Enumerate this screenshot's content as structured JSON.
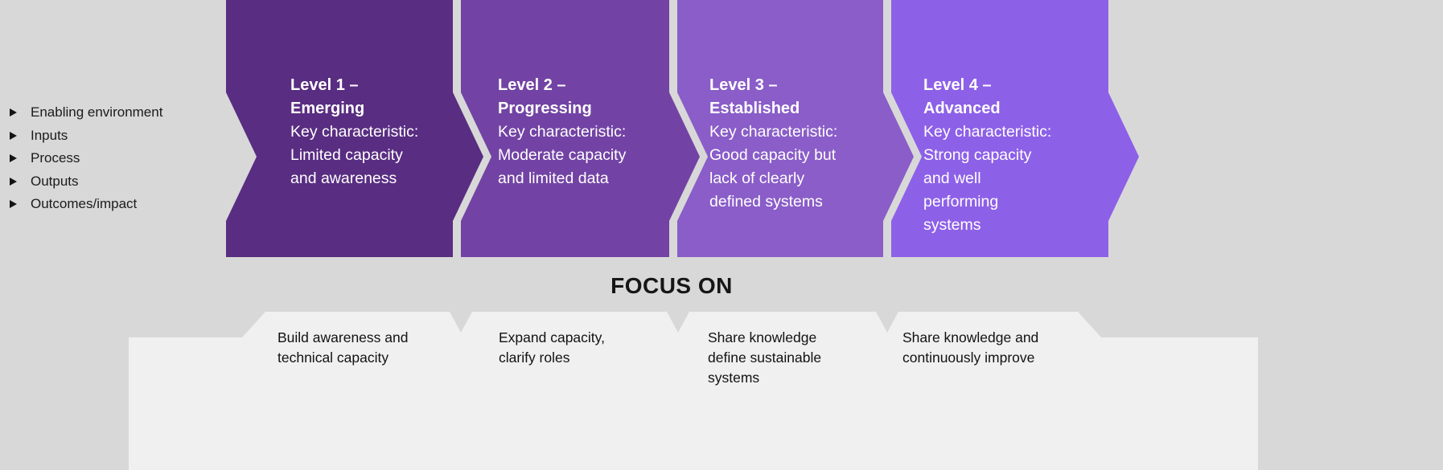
{
  "colors": {
    "background": "#d8d8d8",
    "band": "#f0f0f0",
    "level1": "#592d82",
    "level2": "#7243a4",
    "level3": "#8a5dc8",
    "level4": "#8d60e8",
    "text_dark": "#1b1b1b",
    "text_light": "#ffffff"
  },
  "sidebar": {
    "items": [
      {
        "label": "Enabling environment"
      },
      {
        "label": "Inputs"
      },
      {
        "label": "Process"
      },
      {
        "label": "Outputs"
      },
      {
        "label": "Outcomes/impact"
      }
    ]
  },
  "levels": [
    {
      "title": "Level 1 –\nEmerging",
      "description": "Key characteristic:\nLimited capacity\nand awareness"
    },
    {
      "title": "Level 2 –\nProgressing",
      "description": "Key characteristic:\nModerate capacity\nand limited data"
    },
    {
      "title": "Level 3 –\nEstablished",
      "description": "Key characteristic:\nGood capacity but\nlack of clearly\ndefined systems"
    },
    {
      "title": "Level 4 –\nAdvanced",
      "description": "Key characteristic:\nStrong capacity\nand well\nperforming\nsystems"
    }
  ],
  "focus": {
    "heading": "FOCUS ON",
    "items": [
      {
        "text": "Build awareness and\ntechnical capacity"
      },
      {
        "text": "Expand capacity,\nclarify roles"
      },
      {
        "text": "Share knowledge\ndefine sustainable\nsystems"
      },
      {
        "text": "Share knowledge and\ncontinuously improve"
      }
    ]
  }
}
